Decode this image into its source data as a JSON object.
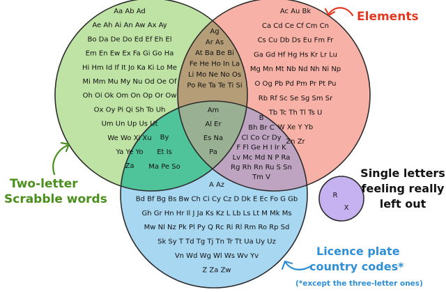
{
  "regions": {
    "scrabble_only": [
      "Aa Ab Ad",
      "Ae Ah Ai An Aw Ax Ay",
      "Bo Da De Do Ed Ef Eh El",
      "Em En Ew Ex Fa Gi Go Ha",
      "Hi Hm Id If It Jo Ka Ki Lo Me",
      "Mi Mm Mu My Nu Od Oe Of",
      "Oh Oi Ok Om On Op Or Ow",
      "Ox Oy Pi Qi Sh To Uh",
      "Um Un Up Us Ut",
      "We Wo Xi Xu",
      "Ya Ye Yo",
      "Za"
    ],
    "scrabble_elements": [
      "Ag",
      "Ar As",
      "At Ba Be Bi",
      "Fe He Ho In La",
      "Li Mo Ne No Os",
      "Po Re Ta Te Ti Si"
    ],
    "elements_only": [
      "Ac Au Bk",
      "Ca Cd Ce Cf Cm Cn",
      "Cs Cu Db Ds Eu Fm Fr",
      "Ga Gd Hf Hg Hs Kr Lr Lu",
      "Mg Mn Mt Nb Nd Nh Ni Np",
      "O Og Pb Pd Pm Pr Pt Pu",
      "Rb Rf Sc Se Sg Sm Sr",
      "Tb Tc Th Tl Ts U",
      "W Xe Y Yb",
      "Zn Zr"
    ],
    "all_three": [
      "Am",
      "Al Er",
      "Es Na",
      "Pa"
    ],
    "scrabble_plates": [
      "By",
      "Et Is",
      "Ma Pe So"
    ],
    "elements_plates": [
      "B",
      "Bh Br C",
      "Cl Co Cr Dy",
      "F Fl Ge H I Ir K",
      "Lv Mc Md N P Ra",
      "Rg Rh Rn Ru S Sn",
      "Tm V"
    ],
    "plates_only": [
      "A Az",
      "Bd Bf Bg Bs Bw Ch Ci Cy Cz D Dk E Ec Fo G Gb",
      "Gh Gr Hn Hr Il J Ja Ks Kz L Lb Ls Lt M Mk Ms",
      "Mw Nl Nz Pk Pl Py Q Rc Ri Rl Rm Ro Rp Sd",
      "Sk Sy T Td Tg Tj Tn Tr Tt Ua Uy Uz",
      "Vn Wd Wg Wl Ws Wv Yv",
      "Z Za Zw"
    ],
    "single_letters": [
      "R",
      "X"
    ]
  },
  "labels": {
    "elements": "Elements",
    "scrabble": [
      "Two-letter",
      "Scrabble words"
    ],
    "single": [
      "Single letters",
      "feeling really",
      "left out"
    ],
    "plates": [
      "Licence plate",
      "country codes*"
    ],
    "plates_note": "(*except the three-letter ones)"
  },
  "colors": {
    "scrabble_fill": "#bfe3a5",
    "elements_fill": "#f8b1a6",
    "plates_fill": "#a8d7f2",
    "small_fill": "#c7b2f1",
    "outline": "#2b2b2b",
    "elements_label": "#e23a22",
    "scrabble_label": "#4a8f1c",
    "plates_label": "#2f8fd6",
    "single_label": "#111111"
  },
  "arrows": [
    "red-curved-arrow",
    "green-curved-arrow",
    "blue-curved-arrow"
  ]
}
